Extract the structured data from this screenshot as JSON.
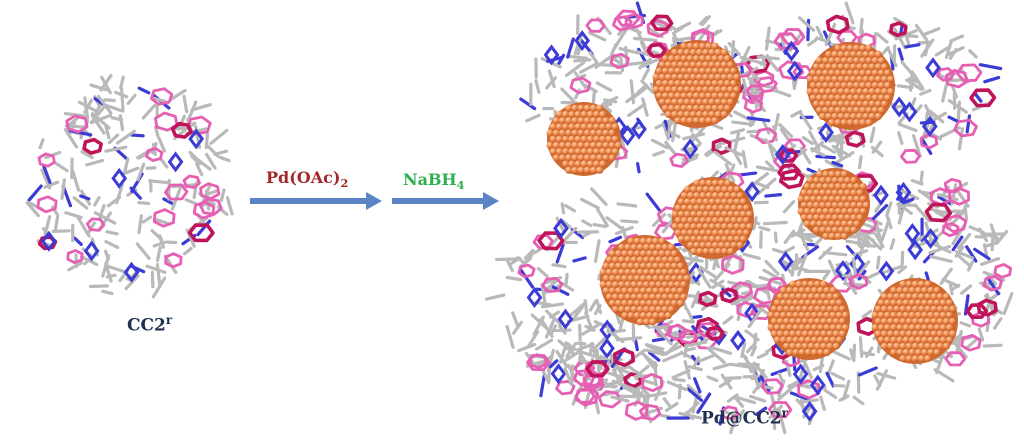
{
  "labels": {
    "cage": "CC2",
    "cage_sup": "r",
    "product": "Pd@CC2",
    "product_sup": "r",
    "reagent1_main": "Pd(OAc)",
    "reagent1_sub": "2",
    "reagent2_main": "NaBH",
    "reagent2_sub": "4"
  },
  "colors": {
    "bond": "#b9b9b9",
    "nitrogen": "#3b3bd6",
    "cyclohexane": "#e65fb3",
    "highlight": "#c0145a",
    "pd_particle": "#f08a4b",
    "arrow": "#5b84c4",
    "label": "#1f2f4e",
    "reagent1": "#a02a2a",
    "reagent2": "#2fae4f"
  }
}
